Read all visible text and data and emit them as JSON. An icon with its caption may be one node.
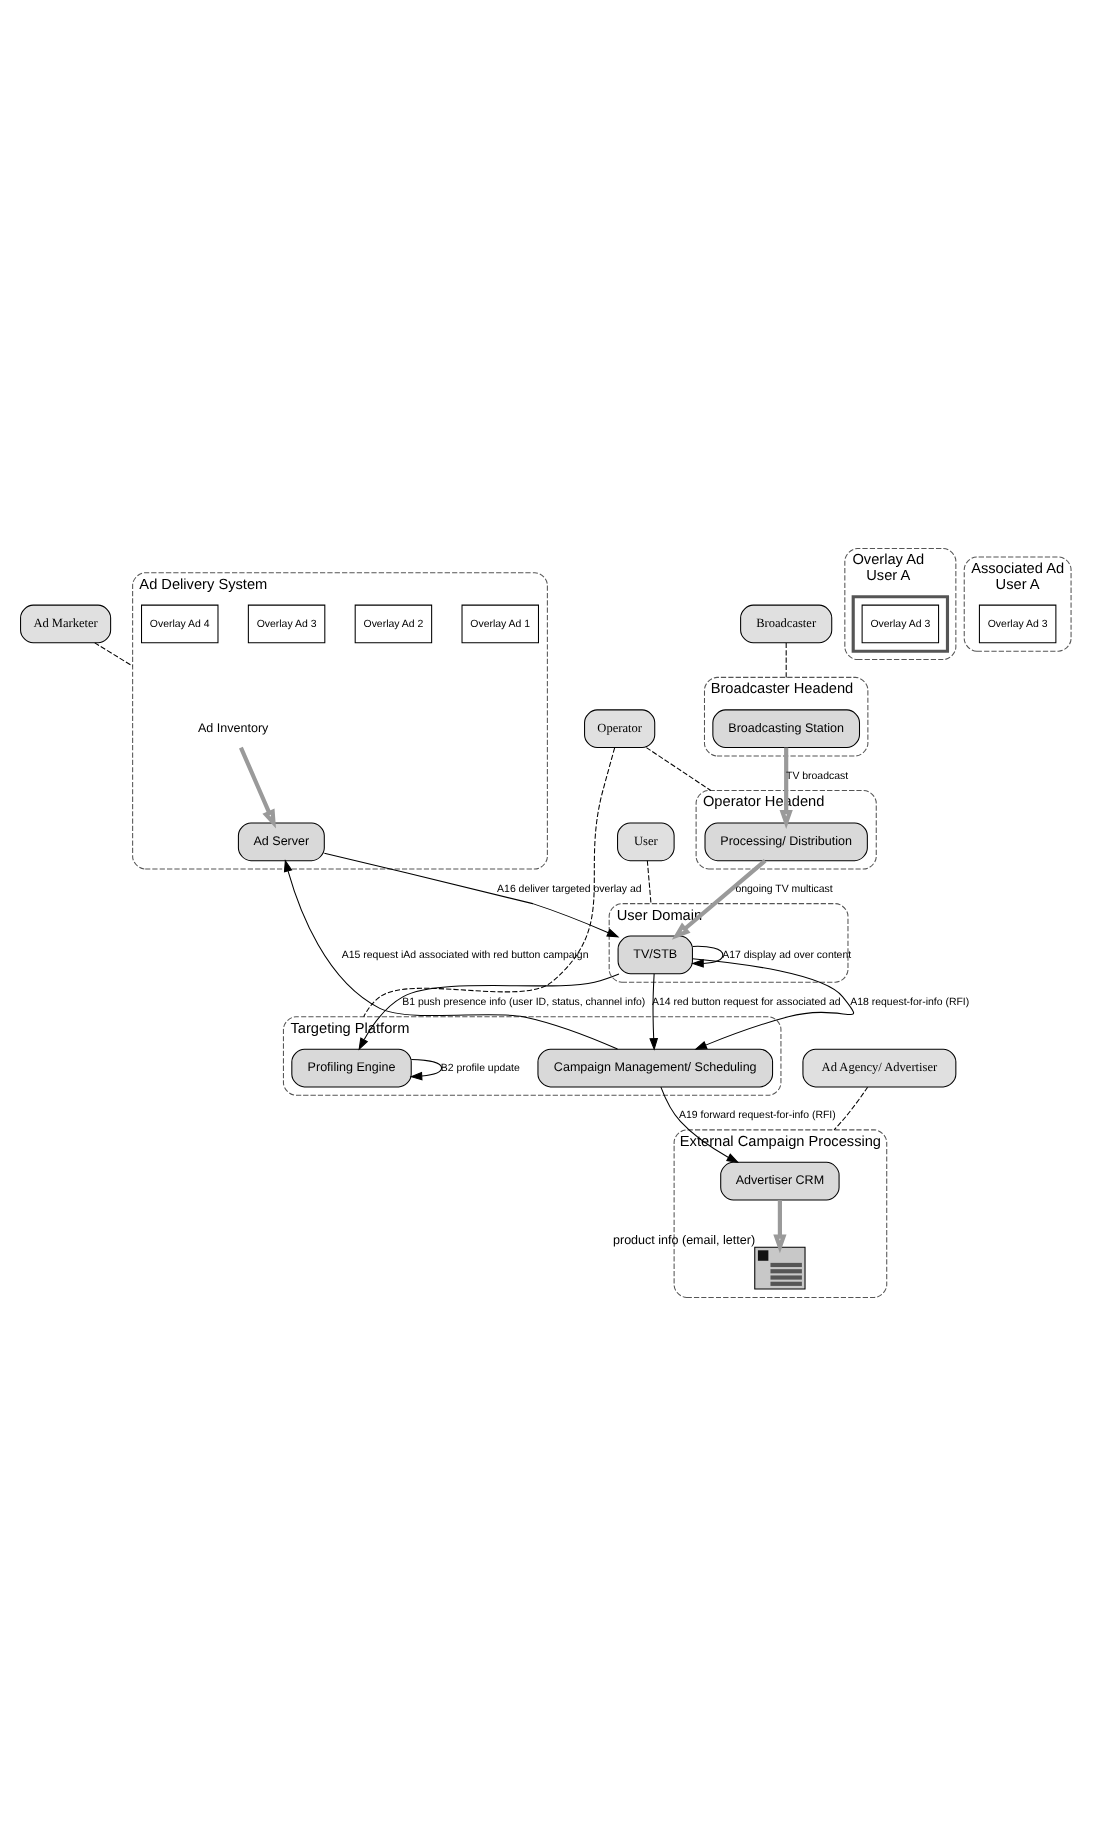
{
  "diagram": {
    "nodes": [
      {
        "text": [
          "Ad Marketer"
        ]
      },
      {
        "text": [
          "Ad Delivery System"
        ]
      },
      {
        "text": [
          "Ad Inventory"
        ],
        "in": 1
      },
      {
        "text": [
          "Overlay Ad 1"
        ],
        "in": 1
      },
      {
        "text": [
          "Overlay Ad 2"
        ],
        "in": 1
      },
      {
        "text": [
          "Overlay Ad 3"
        ],
        "in": 1
      },
      {
        "text": [
          "Overlay Ad 4"
        ],
        "in": 1
      },
      {
        "text": [
          "Ad Server"
        ],
        "in": 1
      },
      {
        "text": [
          "Targeting Platform"
        ]
      },
      {
        "text": [
          "Profiling Engine"
        ],
        "in": 8
      },
      {
        "text": [
          "Campaign Management/ Scheduling"
        ],
        "in": 8
      },
      {
        "text": [
          "External Campaign Processing"
        ]
      },
      {
        "text": [
          "Advertiser CRM"
        ],
        "in": 11
      },
      {
        "text": [],
        "shape": "picture",
        "in": 11,
        "beside": [
          "product info (email, letter)"
        ]
      },
      {
        "text": [
          "Ad Agency/ Advertiser"
        ]
      },
      {
        "text": [
          "Operator"
        ]
      },
      {
        "text": [
          "Broadcaster"
        ]
      },
      {
        "text": [
          "Broadcaster Headend"
        ]
      },
      {
        "text": [
          "Broadcasting Station"
        ],
        "in": 17
      },
      {
        "text": [
          "Operator Headend"
        ]
      },
      {
        "text": [
          "Processing/ Distribution"
        ],
        "in": 19
      },
      {
        "text": [
          "User Domain"
        ]
      },
      {
        "text": [
          "TV/STB"
        ],
        "in": 21
      },
      {
        "text": [
          "User"
        ]
      },
      {
        "text": [
          "Overlay Ad",
          "User A"
        ]
      },
      {
        "text": [],
        "shape": "box",
        "in": 24
      },
      {
        "text": [
          "Overlay Ad 3"
        ],
        "in": 25
      },
      {
        "text": [
          "Associated Ad",
          "User A"
        ]
      },
      {
        "text": [
          "Overlay Ad 3"
        ],
        "in": 27
      }
    ],
    "edges": [
      {
        "from": 0,
        "to": 1,
        "arrow": "none",
        "style": "dashed"
      },
      {
        "from": 2,
        "to": 7,
        "arrow": "to",
        "style": "thick",
        "color": "#9a9a9a"
      },
      {
        "from": 10,
        "to": 7,
        "arrow": "to",
        "label": "A15 request iAd associated with red button campaign"
      },
      {
        "from": 10,
        "to": 12,
        "arrow": "to",
        "label": "A19 forward request-for-info (RFI)"
      },
      {
        "from": 9,
        "to": 9,
        "arrow": "to",
        "label": "B2 profile update"
      },
      {
        "from": 14,
        "to": 11,
        "arrow": "none",
        "style": "dashed"
      },
      {
        "from": 12,
        "to": 13,
        "arrow": "to",
        "style": "thick",
        "color": "#9a9a9a"
      },
      {
        "from": 15,
        "to": 8,
        "arrow": "none",
        "style": "dashed"
      },
      {
        "from": 15,
        "to": 19,
        "arrow": "none",
        "style": "dashed"
      },
      {
        "from": 16,
        "to": 17,
        "arrow": "none",
        "style": "dashed"
      },
      {
        "from": 18,
        "to": 20,
        "arrow": "to",
        "label": "TV broadcast",
        "style": "thick",
        "color": "#9a9a9a"
      },
      {
        "from": 20,
        "to": 22,
        "arrow": "to",
        "label": "ongoing TV multicast",
        "style": "thick",
        "color": "#9a9a9a"
      },
      {
        "from": 23,
        "to": 21,
        "arrow": "none",
        "style": "dashed"
      },
      {
        "from": 22,
        "to": 22,
        "arrow": "to",
        "label": "A17 display ad over content"
      },
      {
        "from": 7,
        "to": 22,
        "arrow": "to",
        "label": "A16 deliver targeted overlay ad"
      },
      {
        "from": 22,
        "to": 10,
        "arrow": "to",
        "label": "A14 red button request for associated ad"
      },
      {
        "from": 22,
        "to": 10,
        "arrow": "to",
        "label": "A18 request-for-info (RFI)"
      },
      {
        "from": 22,
        "to": 9,
        "arrow": "to",
        "label": "B1 push presence info (user ID, status, channel info)"
      }
    ]
  }
}
